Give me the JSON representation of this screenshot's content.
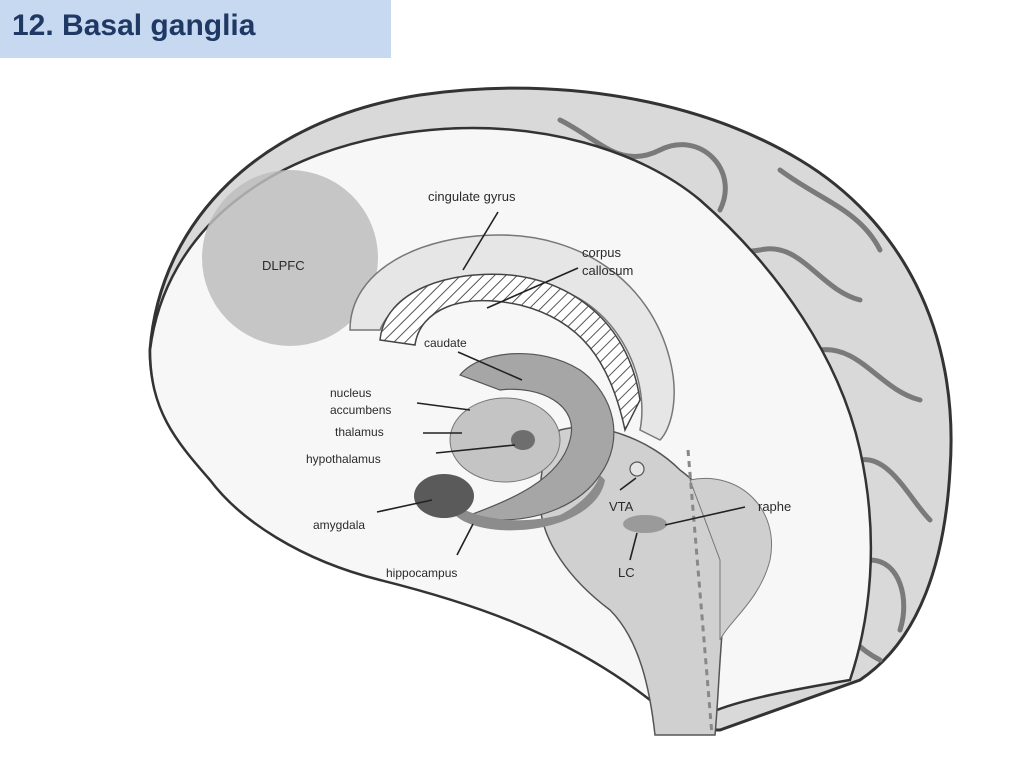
{
  "slide": {
    "title": "12. Basal ganglia"
  },
  "diagram": {
    "labels": {
      "cingulate_gyrus": "cingulate gyrus",
      "corpus_callosum_line1": "corpus",
      "corpus_callosum_line2": "callosum",
      "dlpfc": "DLPFC",
      "caudate": "caudate",
      "nucleus_accumbens_line1": "nucleus",
      "nucleus_accumbens_line2": "accumbens",
      "thalamus": "thalamus",
      "hypothalamus": "hypothalamus",
      "amygdala": "amygdala",
      "hippocampus": "hippocampus",
      "vta": "VTA",
      "raphe": "raphe",
      "lc": "LC"
    }
  }
}
